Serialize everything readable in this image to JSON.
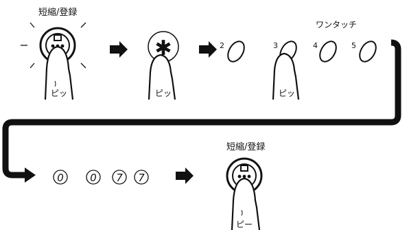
{
  "labels": {
    "button_top": "短縮/登録",
    "button_bottom": "短縮/登録",
    "one_touch": "ワンタッチ",
    "beep_1": "ピッ",
    "beep_2": "ピッ",
    "beep_3": "ピッ",
    "beep_long": "ピー"
  },
  "keys": {
    "star": "✱",
    "one_touch_numbers": [
      "2",
      "3",
      "4",
      "5"
    ],
    "digits": [
      "0",
      "0",
      "7",
      "7"
    ]
  },
  "icons": {
    "speed_dial_button": "speed-dial-register-button-icon",
    "finger": "finger-press-icon",
    "arrow": "right-arrow-icon"
  },
  "colors": {
    "ink": "#111111",
    "background": "#ffffff"
  }
}
